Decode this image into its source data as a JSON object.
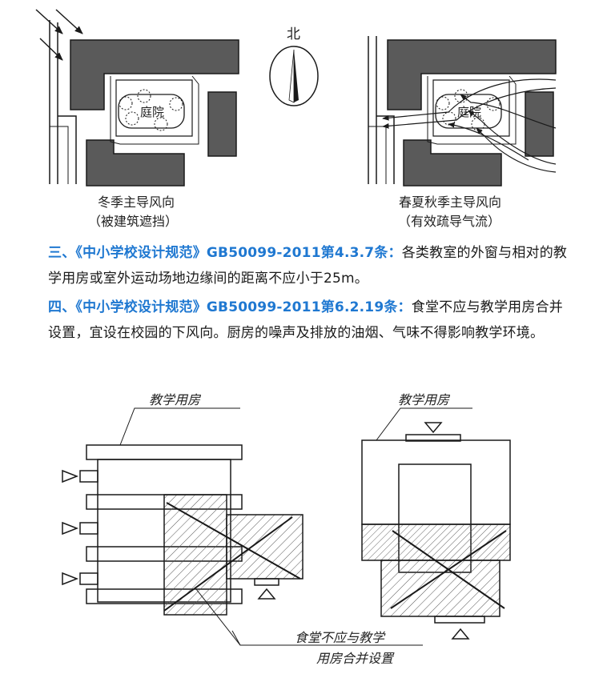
{
  "figure_top": {
    "north_label": "北",
    "courtyard_label": "庭院",
    "left_caption_line1": "冬季主导风向",
    "left_caption_line2": "（被建筑遮挡）",
    "right_caption_line1": "春夏秋季主导风向",
    "right_caption_line2": "（有效疏导气流）"
  },
  "paragraphs": [
    {
      "lead": "三、《中小学校设计规范》GB50099-2011第4.3.7条：",
      "body": "各类教室的外窗与相对的教学用房或室外运动场地边缘间的距离不应小于25m。"
    },
    {
      "lead": "四、《中小学校设计规范》GB50099-2011第6.2.19条：",
      "body": "食堂不应与教学用房合并设置，宜设在校园的下风向。厨房的噪声及排放的油烟、气味不得影响教学环境。"
    }
  ],
  "figure_bottom": {
    "top_label": "教学用房",
    "right_top_label": "教学用房",
    "bottom_label_line1": "食堂不应与教学",
    "bottom_label_line2": "用房合并设置"
  },
  "colors": {
    "lead": "#1f78d1",
    "building": "#5a5a5a",
    "line": "#1a1a1a"
  }
}
